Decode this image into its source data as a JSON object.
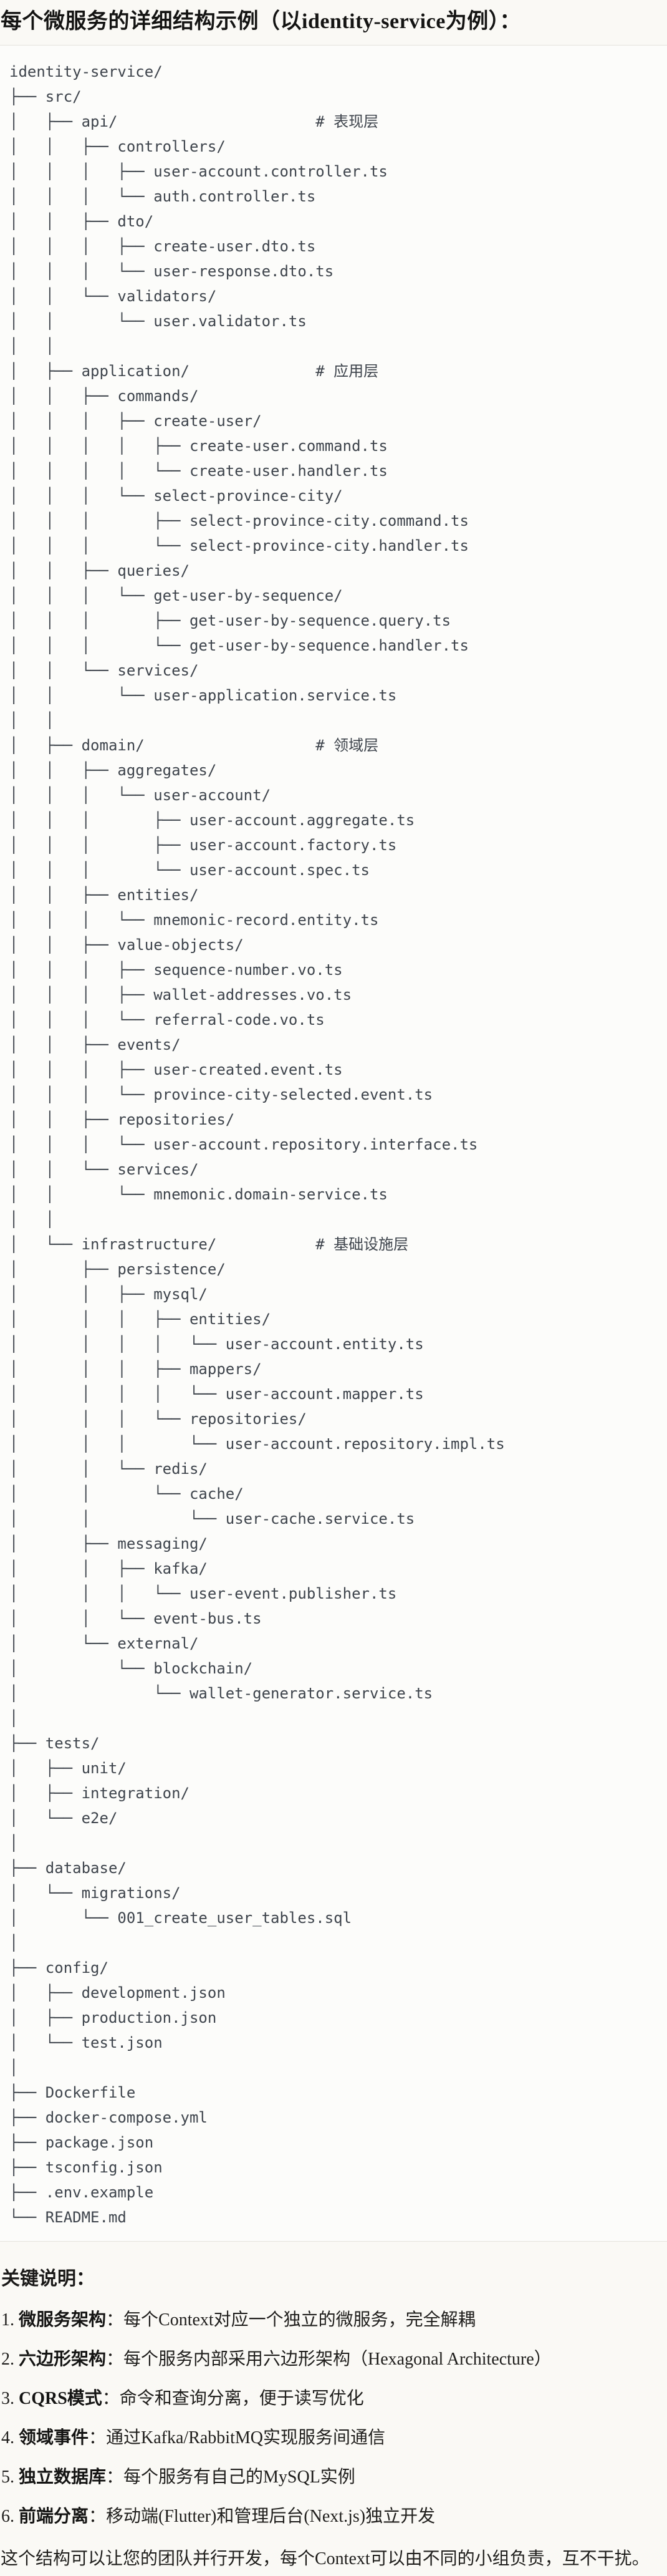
{
  "page": {
    "title": "每个微服务的详细结构示例（以identity-service为例）："
  },
  "colors": {
    "page_background": "#FAF9F5",
    "code_background": "#FCFCFA",
    "code_border": "#E5E3DE",
    "code_text": "#3E444C",
    "heading_text": "#141413"
  },
  "code_block": {
    "lines": [
      "identity-service/",
      "├── src/",
      "│   ├── api/                      # 表现层",
      "│   │   ├── controllers/",
      "│   │   │   ├── user-account.controller.ts",
      "│   │   │   └── auth.controller.ts",
      "│   │   ├── dto/",
      "│   │   │   ├── create-user.dto.ts",
      "│   │   │   └── user-response.dto.ts",
      "│   │   └── validators/",
      "│   │       └── user.validator.ts",
      "│   │",
      "│   ├── application/              # 应用层",
      "│   │   ├── commands/",
      "│   │   │   ├── create-user/",
      "│   │   │   │   ├── create-user.command.ts",
      "│   │   │   │   └── create-user.handler.ts",
      "│   │   │   └── select-province-city/",
      "│   │   │       ├── select-province-city.command.ts",
      "│   │   │       └── select-province-city.handler.ts",
      "│   │   ├── queries/",
      "│   │   │   └── get-user-by-sequence/",
      "│   │   │       ├── get-user-by-sequence.query.ts",
      "│   │   │       └── get-user-by-sequence.handler.ts",
      "│   │   └── services/",
      "│   │       └── user-application.service.ts",
      "│   │",
      "│   ├── domain/                   # 领域层",
      "│   │   ├── aggregates/",
      "│   │   │   └── user-account/",
      "│   │   │       ├── user-account.aggregate.ts",
      "│   │   │       ├── user-account.factory.ts",
      "│   │   │       └── user-account.spec.ts",
      "│   │   ├── entities/",
      "│   │   │   └── mnemonic-record.entity.ts",
      "│   │   ├── value-objects/",
      "│   │   │   ├── sequence-number.vo.ts",
      "│   │   │   ├── wallet-addresses.vo.ts",
      "│   │   │   └── referral-code.vo.ts",
      "│   │   ├── events/",
      "│   │   │   ├── user-created.event.ts",
      "│   │   │   └── province-city-selected.event.ts",
      "│   │   ├── repositories/",
      "│   │   │   └── user-account.repository.interface.ts",
      "│   │   └── services/",
      "│   │       └── mnemonic.domain-service.ts",
      "│   │",
      "│   └── infrastructure/           # 基础设施层",
      "│       ├── persistence/",
      "│       │   ├── mysql/",
      "│       │   │   ├── entities/",
      "│       │   │   │   └── user-account.entity.ts",
      "│       │   │   ├── mappers/",
      "│       │   │   │   └── user-account.mapper.ts",
      "│       │   │   └── repositories/",
      "│       │   │       └── user-account.repository.impl.ts",
      "│       │   └── redis/",
      "│       │       └── cache/",
      "│       │           └── user-cache.service.ts",
      "│       ├── messaging/",
      "│       │   ├── kafka/",
      "│       │   │   └── user-event.publisher.ts",
      "│       │   └── event-bus.ts",
      "│       └── external/",
      "│           └── blockchain/",
      "│               └── wallet-generator.service.ts",
      "│",
      "├── tests/",
      "│   ├── unit/",
      "│   ├── integration/",
      "│   └── e2e/",
      "│",
      "├── database/",
      "│   └── migrations/",
      "│       └── 001_create_user_tables.sql",
      "│",
      "├── config/",
      "│   ├── development.json",
      "│   ├── production.json",
      "│   └── test.json",
      "│",
      "├── Dockerfile",
      "├── docker-compose.yml",
      "├── package.json",
      "├── tsconfig.json",
      "├── .env.example",
      "└── README.md"
    ]
  },
  "notes": {
    "heading": "关键说明：",
    "items": [
      {
        "num": "1.",
        "label": "微服务架构",
        "text": "：每个Context对应一个独立的微服务，完全解耦"
      },
      {
        "num": "2.",
        "label": "六边形架构",
        "text": "：每个服务内部采用六边形架构（Hexagonal Architecture）"
      },
      {
        "num": "3.",
        "label": "CQRS模式",
        "text": "：命令和查询分离，便于读写优化"
      },
      {
        "num": "4.",
        "label": "领域事件",
        "text": "：通过Kafka/RabbitMQ实现服务间通信"
      },
      {
        "num": "5.",
        "label": "独立数据库",
        "text": "：每个服务有自己的MySQL实例"
      },
      {
        "num": "6.",
        "label": "前端分离",
        "text": "：移动端(Flutter)和管理后台(Next.js)独立开发"
      }
    ]
  },
  "footer": {
    "text": "这个结构可以让您的团队并行开发，每个Context可以由不同的小组负责，互不干扰。"
  }
}
